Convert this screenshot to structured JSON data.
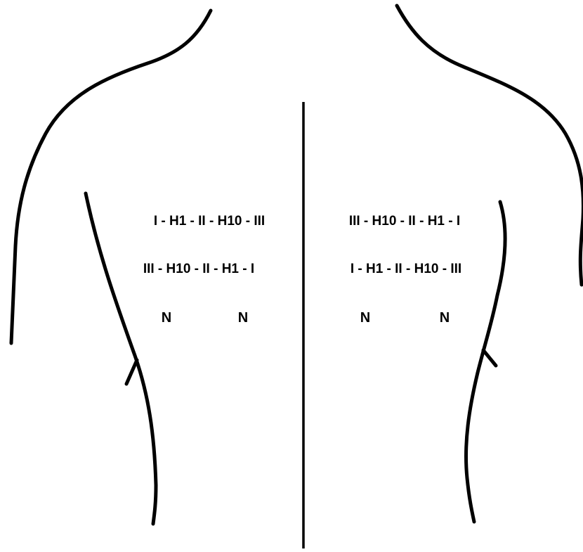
{
  "left_side": {
    "row1": "I - H1 - II - H10 - III",
    "row2": "III - H10 - II - H1 - I",
    "n_labels": [
      "N",
      "N"
    ]
  },
  "right_side": {
    "row1": "III - H10 - II - H1 - I",
    "row2": "I - H1 - II - H10 - III",
    "n_labels": [
      "N",
      "N"
    ]
  },
  "colors": {
    "stroke": "#000000",
    "background": "#ffffff"
  }
}
